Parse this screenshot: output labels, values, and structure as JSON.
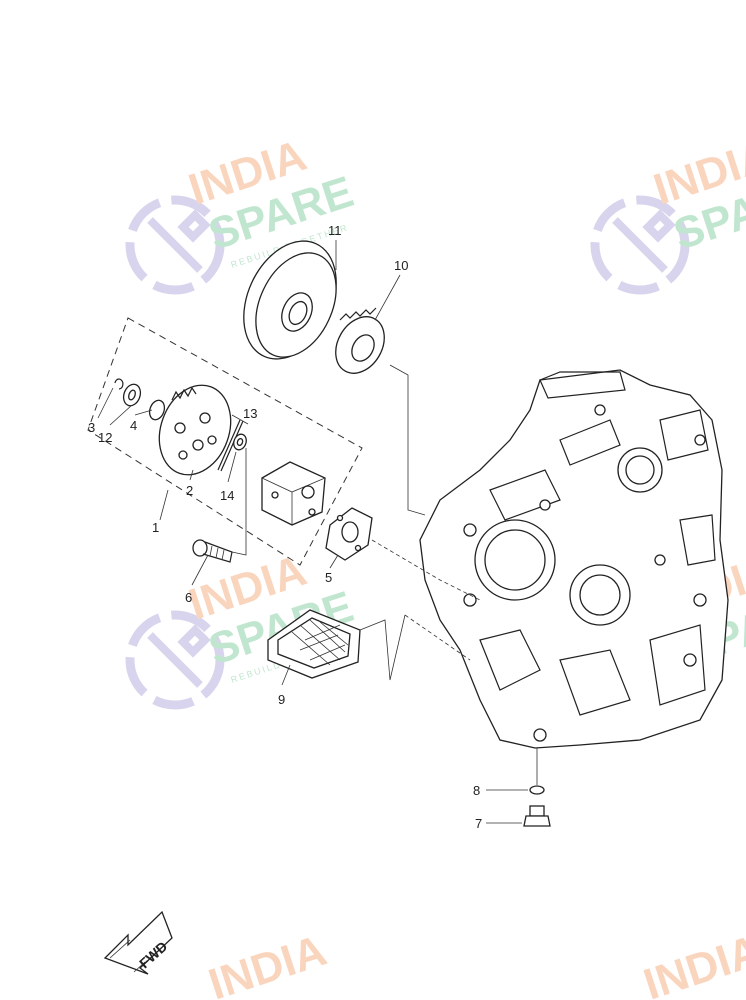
{
  "callouts": [
    {
      "id": "1",
      "label": "1"
    },
    {
      "id": "2",
      "label": "2"
    },
    {
      "id": "3",
      "label": "3"
    },
    {
      "id": "4",
      "label": "4"
    },
    {
      "id": "5",
      "label": "5"
    },
    {
      "id": "6",
      "label": "6"
    },
    {
      "id": "7",
      "label": "7"
    },
    {
      "id": "8",
      "label": "8"
    },
    {
      "id": "9",
      "label": "9"
    },
    {
      "id": "10",
      "label": "10"
    },
    {
      "id": "11",
      "label": "11"
    },
    {
      "id": "12",
      "label": "12"
    },
    {
      "id": "13",
      "label": "13"
    },
    {
      "id": "14",
      "label": "14"
    }
  ],
  "direction_arrow": {
    "label": "FWD"
  },
  "watermark": {
    "line1": "INDIA",
    "line2": "SPARE",
    "tagline": "REBUILD TOGETHER",
    "colors": {
      "orange": "#f6b48a",
      "green": "#8fd3a8",
      "purple": "#b9b2e0"
    }
  },
  "colors": {
    "line": "#222222",
    "background": "#ffffff"
  }
}
